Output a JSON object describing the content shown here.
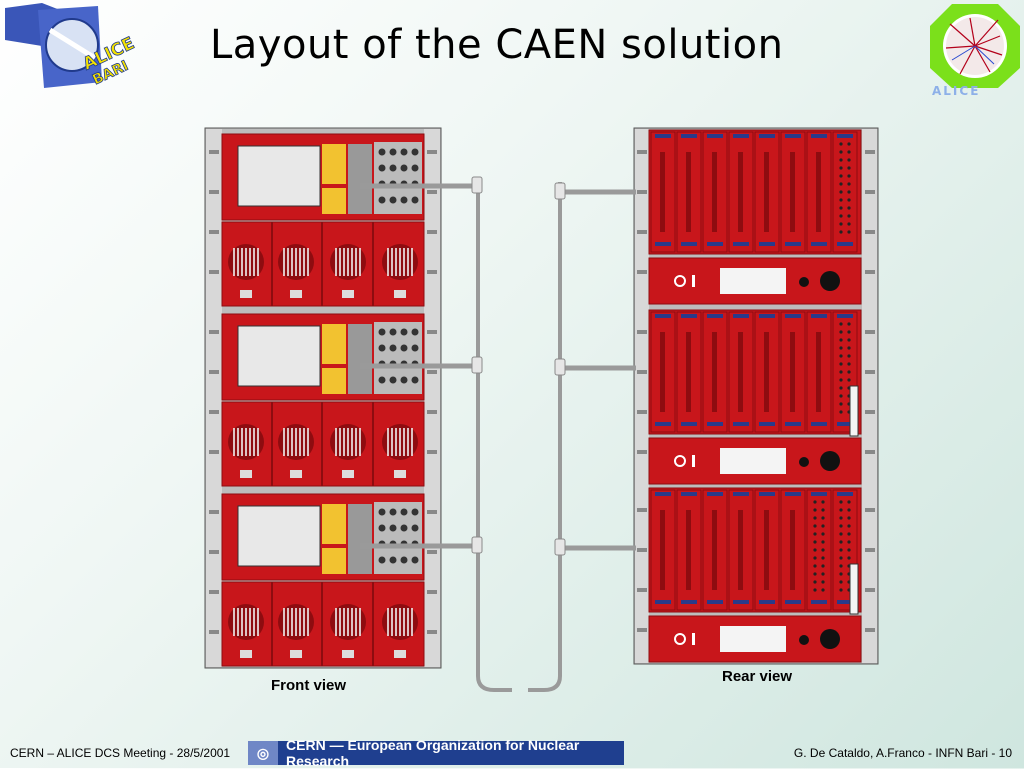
{
  "slide": {
    "title": "Layout of the CAEN solution",
    "front_view_label": "Front view",
    "rear_view_label": "Rear view",
    "footer_left": "CERN – ALICE DCS Meeting - 28/5/2001",
    "footer_right": "G. De Cataldo, A.Franco -  INFN Bari - 10",
    "cern_banner": "CERN — European Organization for Nuclear Research",
    "logo_left_text": "ALICE BARI",
    "logo_right_text": "ALICE"
  },
  "colors": {
    "crate_red": "#c8161b",
    "crate_dark_red": "#8e0c10",
    "rack_gray": "#cfcfcf",
    "cable_gray": "#b8b8b8",
    "accent_yellow": "#f2c230",
    "banner_blue": "#1f3f8f"
  }
}
